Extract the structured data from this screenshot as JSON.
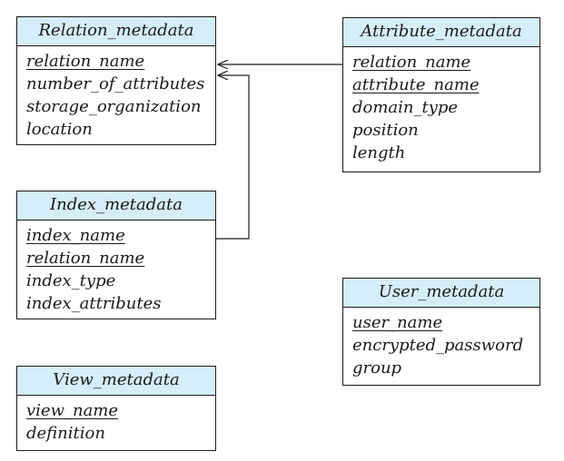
{
  "tables": {
    "relation": {
      "title": "Relation_metadata",
      "attributes": [
        "relation_name",
        "number_of_attributes",
        "storage_organization",
        "location"
      ]
    },
    "attribute": {
      "title": "Attribute_metadata",
      "attributes": [
        "relation_name",
        "attribute_name",
        "domain_type",
        "position",
        "length"
      ]
    },
    "index": {
      "title": "Index_metadata",
      "attributes": [
        "index_name",
        "relation_name",
        "index_type",
        "index_attributes"
      ]
    },
    "user": {
      "title": "User_metadata",
      "attributes": [
        "user_name",
        "encrypted_password",
        "group"
      ]
    },
    "view": {
      "title": "View_metadata",
      "attributes": [
        "view_name",
        "definition"
      ]
    }
  },
  "colors": {
    "header_fill": "#d6eef9",
    "line": "#1a1a1a"
  }
}
